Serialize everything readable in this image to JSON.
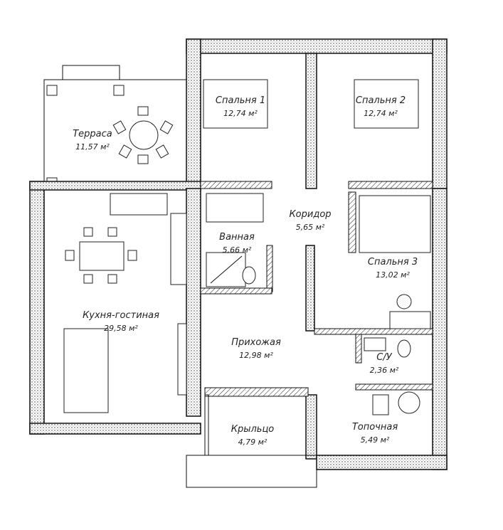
{
  "plan": {
    "rooms": [
      {
        "id": "terrace",
        "name": "Терраса",
        "area": "11,57 м²"
      },
      {
        "id": "bedroom1",
        "name": "Спальня 1",
        "area": "12,74 м²"
      },
      {
        "id": "bedroom2",
        "name": "Спальня 2",
        "area": "12,74 м²"
      },
      {
        "id": "corridor",
        "name": "Коридор",
        "area": "5,65 м²"
      },
      {
        "id": "bathroom",
        "name": "Ванная",
        "area": "5,66 м²"
      },
      {
        "id": "bedroom3",
        "name": "Спальня 3",
        "area": "13,02 м²"
      },
      {
        "id": "kitchen-living",
        "name": "Кухня-гостиная",
        "area": "29,58 м²"
      },
      {
        "id": "hallway",
        "name": "Прихожая",
        "area": "12,98 м²"
      },
      {
        "id": "wc",
        "name": "С/У",
        "area": "2,36 м²"
      },
      {
        "id": "porch",
        "name": "Крыльцо",
        "area": "4,79 м²"
      },
      {
        "id": "boiler-room",
        "name": "Топочная",
        "area": "5,49 м²"
      }
    ]
  }
}
